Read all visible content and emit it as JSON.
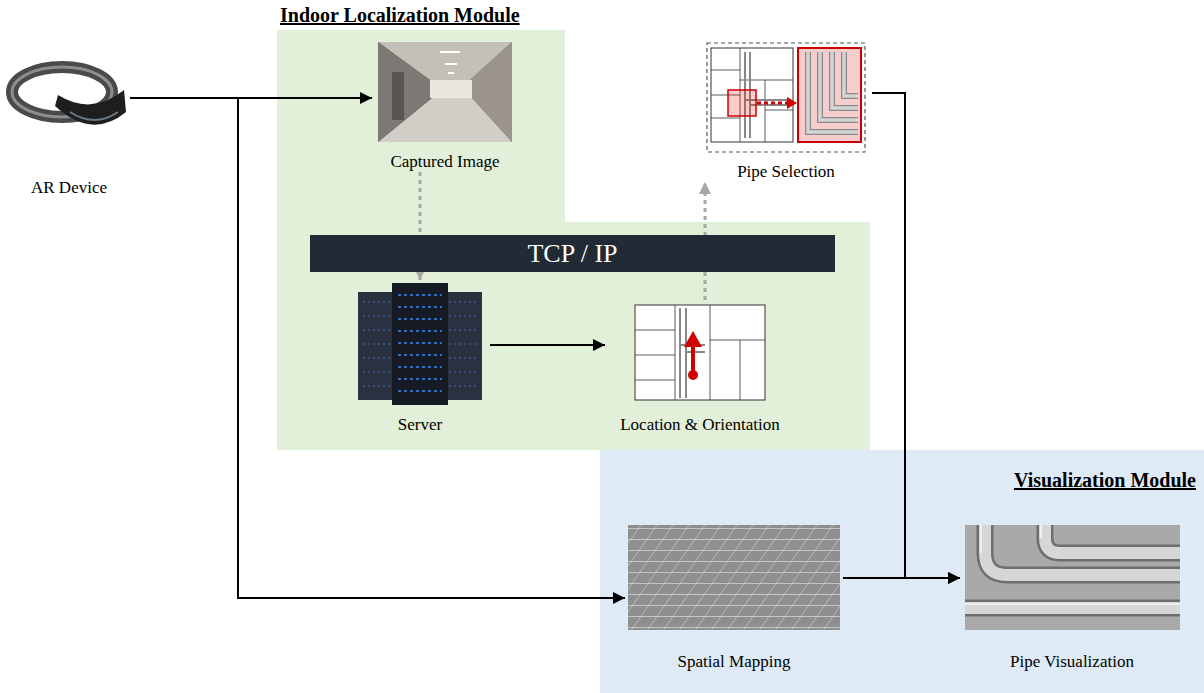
{
  "diagram": {
    "nodes": [
      {
        "text": [
          "AR Device"
        ]
      },
      {
        "text": [
          "Indoor Localization Module"
        ]
      },
      {
        "text": [
          "Captured Image"
        ],
        "in": 1
      },
      {
        "text": [
          "Pipe Selection"
        ],
        "in": 1
      },
      {
        "text": [
          "TCP / IP"
        ],
        "in": 1
      },
      {
        "text": [
          "Server"
        ],
        "in": 1
      },
      {
        "text": [
          "Location & Orientation"
        ],
        "in": 1
      },
      {
        "text": [
          "Visualization Module"
        ]
      },
      {
        "text": [
          "Spatial Mapping"
        ],
        "in": 7
      },
      {
        "text": [
          "Pipe Visualization"
        ],
        "in": 7
      }
    ],
    "edges": [
      {
        "from": 0,
        "to": 2,
        "arrow": "to"
      },
      {
        "from": 0,
        "to": 8,
        "arrow": "to"
      },
      {
        "from": 2,
        "to": 5,
        "arrow": "to"
      },
      {
        "from": 5,
        "to": 6,
        "arrow": "to"
      },
      {
        "from": 6,
        "to": 3,
        "arrow": "to"
      },
      {
        "from": 3,
        "to": 9,
        "arrow": "to"
      },
      {
        "from": 8,
        "to": 9,
        "arrow": "to"
      }
    ]
  }
}
